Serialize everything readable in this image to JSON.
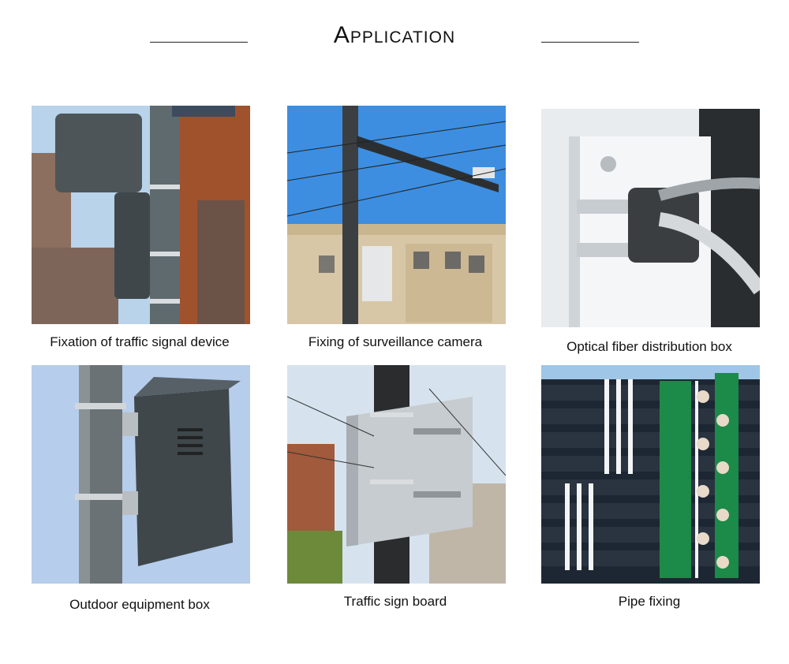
{
  "header": {
    "title": "Application"
  },
  "items": [
    {
      "caption": "Fixation of traffic signal device"
    },
    {
      "caption": "Fixing of surveillance camera"
    },
    {
      "caption": "Optical fiber distribution box"
    },
    {
      "caption": "Outdoor equipment box"
    },
    {
      "caption": "Traffic sign board"
    },
    {
      "caption": "Pipe fixing"
    }
  ],
  "colors": {
    "sky": "#9fc6e6",
    "pole": "#5f6a6f",
    "pipe_green": "#1c8a48",
    "pipe_dark": "#1d2733",
    "steel": "#c8ccd0"
  }
}
